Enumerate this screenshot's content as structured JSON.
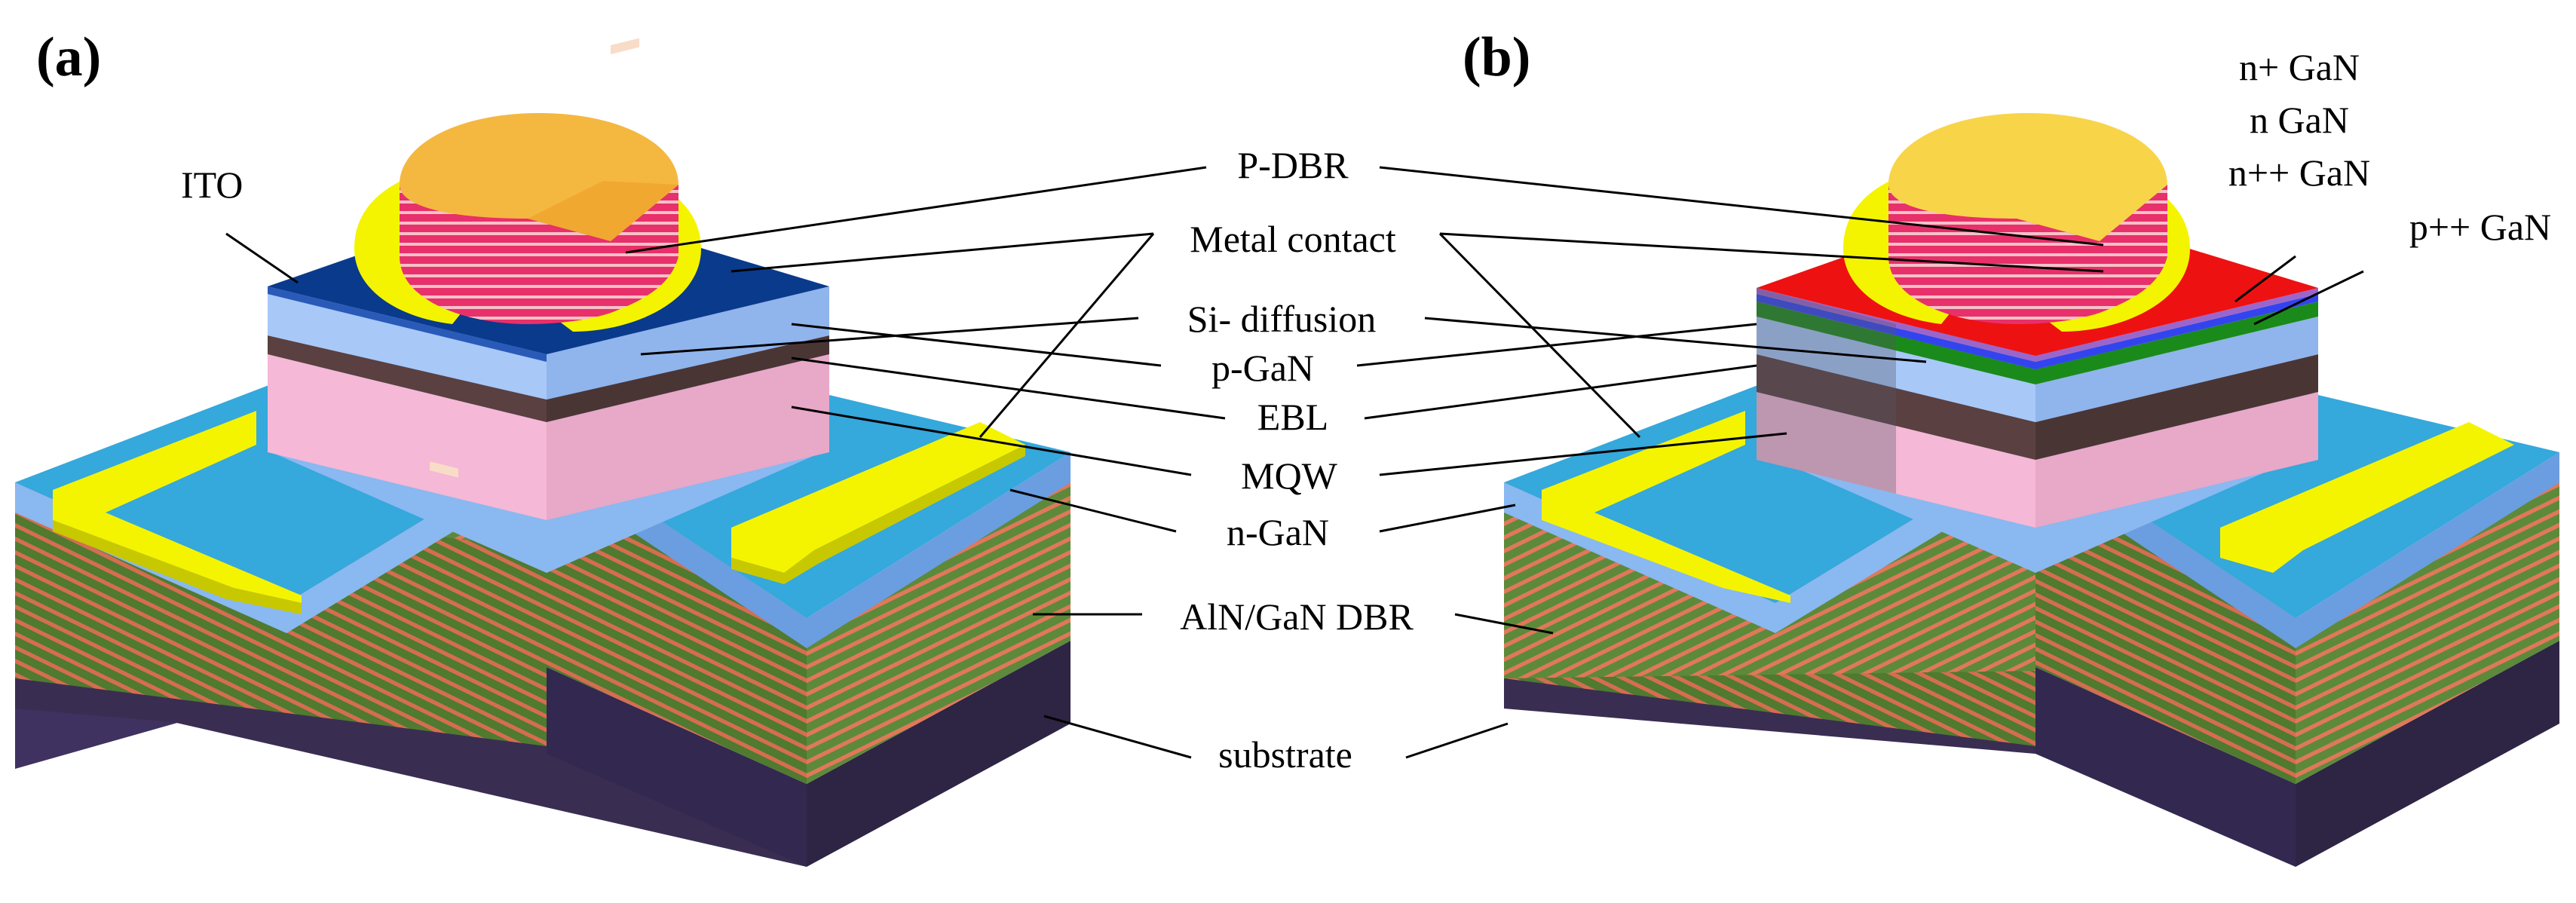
{
  "panels": [
    {
      "id": "a",
      "label": "(a)"
    },
    {
      "id": "b",
      "label": "(b)"
    }
  ],
  "labels": {
    "ito": "ITO",
    "p_dbr": "P-DBR",
    "metal_contact": "Metal contact",
    "si_diffusion": "Si- diffusion",
    "p_gan": "p-GaN",
    "ebl": "EBL",
    "mqw": "MQW",
    "n_gan": "n-GaN",
    "aln_gan_dbr": "AlN/GaN DBR",
    "substrate": "substrate",
    "n_plus_gan": "n+ GaN",
    "n_gan_b": "n GaN",
    "n_pp_gan": "n++ GaN",
    "p_pp_gan": "p++ GaN"
  },
  "colors": {
    "substrate": "#3a2d52",
    "dbr_green": "#5c8a3a",
    "dbr_orange": "#e0785a",
    "n_gan": "#8ab8f0",
    "n_gan_edge": "#35a8dc",
    "mqw": "#f5b8d6",
    "ebl": "#5a4040",
    "p_gan": "#a8c8f8",
    "ito": "#0a3a8c",
    "metal": "#f4f400",
    "p_dbr_red": "#e8306a",
    "p_dbr_top": "#f4b840",
    "tunnel_red": "#ee1111",
    "tunnel_blue": "#3344ee",
    "tunnel_green": "#1a8a1a",
    "si_diff": "#f8dcc8"
  }
}
